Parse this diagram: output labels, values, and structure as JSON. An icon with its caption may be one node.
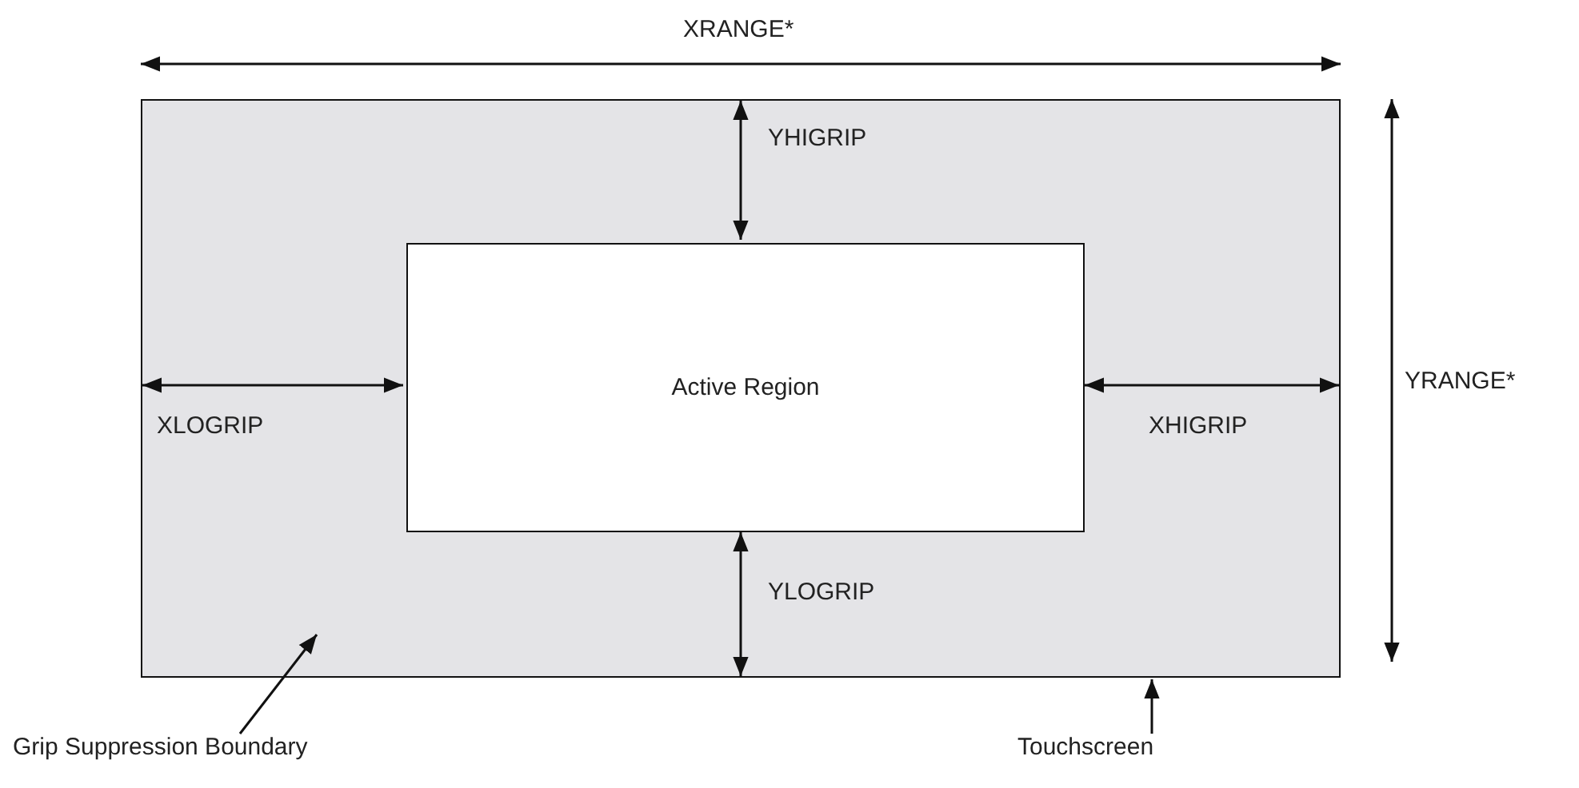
{
  "diagram": {
    "nodes": [
      {
        "text": [],
        "shape": "box"
      },
      {
        "text": [
          "Active Region"
        ],
        "in": 0
      },
      {
        "text": [
          "Grip Suppression Boundary"
        ]
      },
      {
        "text": [
          "Touchscreen"
        ]
      }
    ],
    "edges": [
      {
        "from": 2,
        "to": 0,
        "arrow": "to"
      },
      {
        "from": 3,
        "to": 0,
        "arrow": "to"
      },
      {
        "from": 0,
        "to": 1,
        "arrow": "both",
        "label": "YHIGRIP"
      },
      {
        "from": 0,
        "to": 1,
        "arrow": "both",
        "label": "XLOGRIP"
      },
      {
        "from": 0,
        "to": 1,
        "arrow": "both",
        "label": "XHIGRIP"
      },
      {
        "from": 0,
        "to": 1,
        "arrow": "both",
        "label": "YLOGRIP"
      }
    ],
    "labels": [
      "XRANGE*",
      "YRANGE*"
    ]
  }
}
